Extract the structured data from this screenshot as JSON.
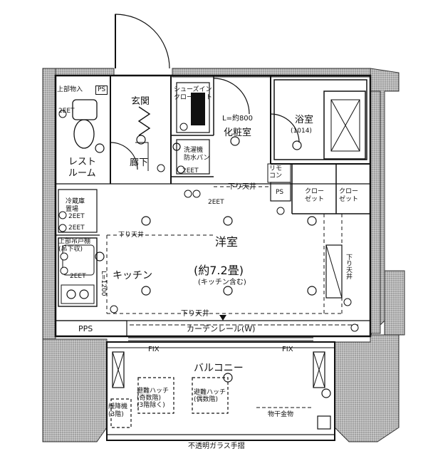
{
  "labels": {
    "ceiling_storage": "上部物入",
    "ps_top": "PS",
    "entrance": "玄関",
    "shoe_closet": "シューズイン\nクローゼット",
    "vanity_width": "L=約800",
    "vanity_room": "化粧室",
    "bathroom": "浴室",
    "bath_size": "(1014)",
    "restroom": "レスト\nルーム",
    "hallway": "廊下",
    "washer_pan": "洗濯機\n防水パン",
    "switch_panel": "リモ\nコン",
    "lowered_ceiling_1": "下り天井",
    "ps_mid": "PS",
    "closet_1": "クロー\nゼット",
    "closet_2": "クロー\nゼット",
    "fridge": "冷蔵庫\n置場",
    "lowered_ceiling_2": "下り天井",
    "range_hood": "上部吊戸棚\n(吊下収)",
    "western_room": "洋室",
    "room_size": "(約7.2畳)",
    "kitchen_incl": "(キッチン含む)",
    "kitchen": "キッチン",
    "lowered_ceiling_3": "下り天井",
    "lowered_ceiling_4": "下り天井",
    "curtain_rail": "カーテンレール(W)",
    "pps": "PPS",
    "fix_left": "FIX",
    "fix_right": "FIX",
    "balcony": "バルコニー",
    "hatch_1": "避難ハッチ\n(奇数階)\n(3階除く)",
    "hatch_2": "避難ハッチ\n(偶数階)",
    "descender": "緩降機\n(3階)",
    "drying_hardware": "物干金物",
    "railing": "不透明ガラス手摺",
    "outlet_a": "2EET",
    "outlet_b": "2EET",
    "outlet_c": "2EET",
    "outlet_d": "2EET",
    "outlet_e": "2EET",
    "outlet_f": "2EET",
    "counter_dim": "L=1200"
  }
}
